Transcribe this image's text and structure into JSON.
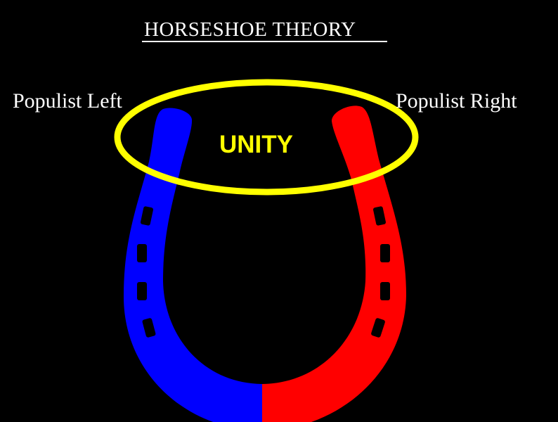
{
  "title": "HORSESHOE THEORY",
  "labels": {
    "left": "Populist Left",
    "right": "Populist Right",
    "center": "UNITY"
  },
  "colors": {
    "background": "#000000",
    "left_arm": "#0000ff",
    "right_arm": "#ff0000",
    "unity_ring": "#ffff00",
    "text": "#ffffff"
  }
}
